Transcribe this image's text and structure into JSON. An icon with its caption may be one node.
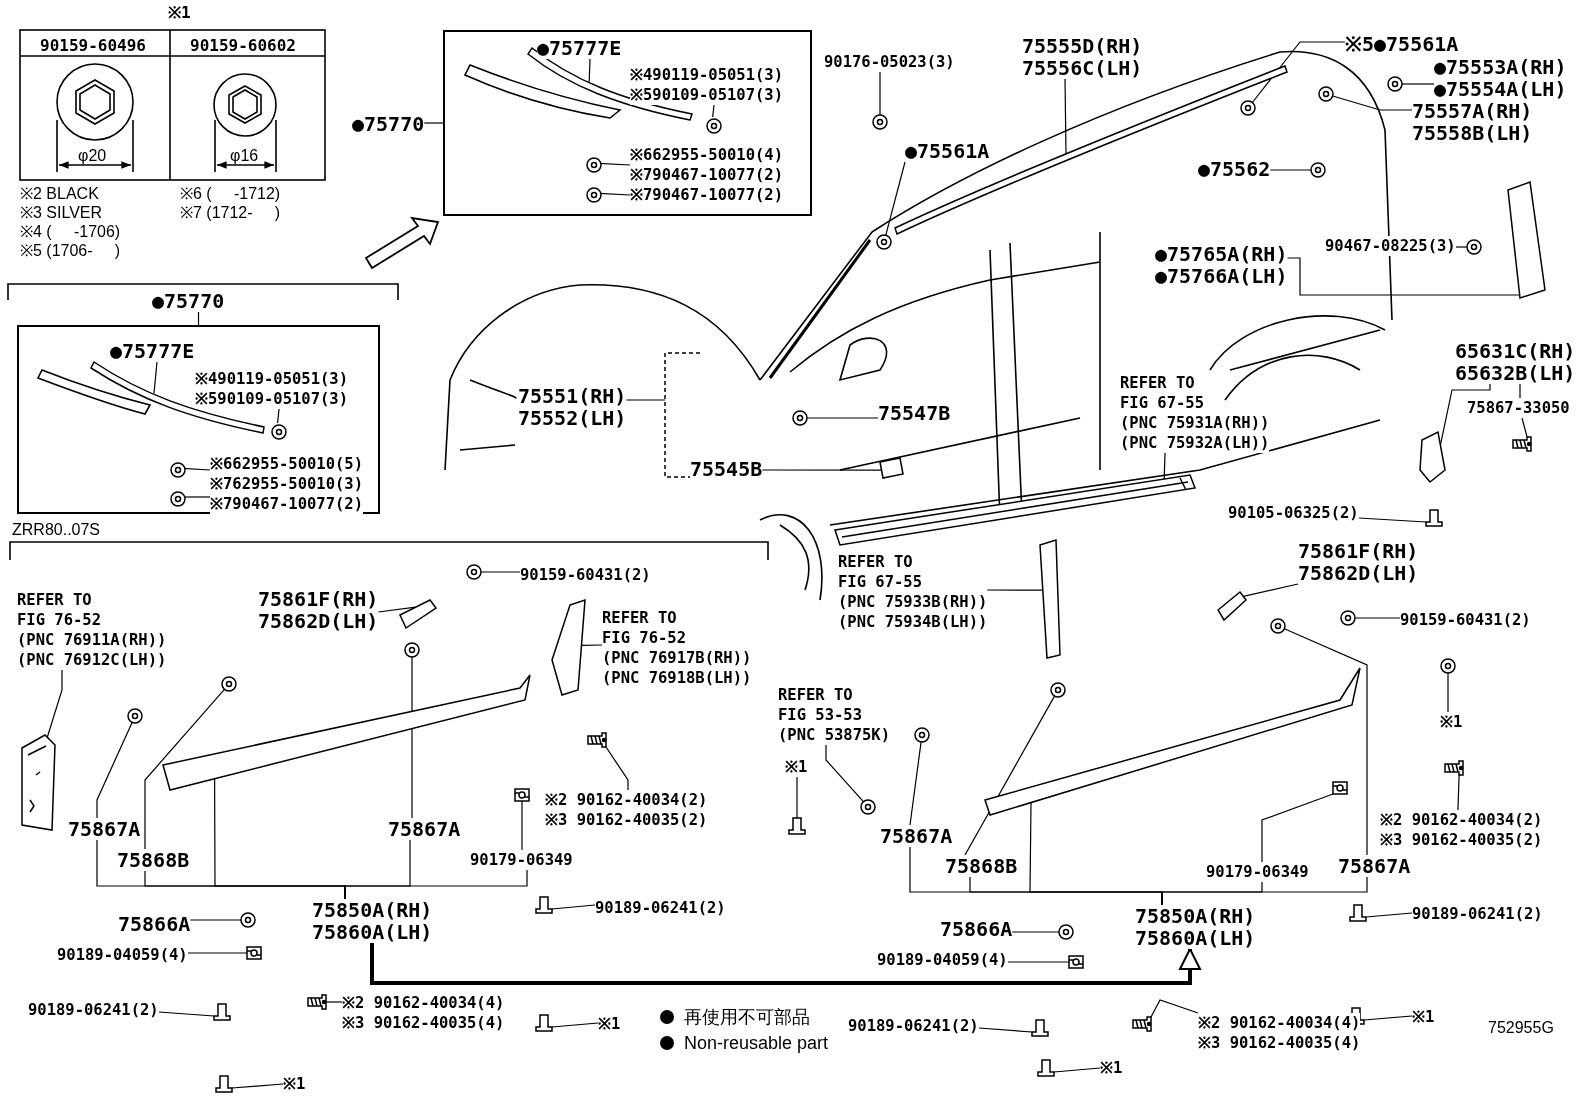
{
  "diagram": {
    "nodes": [
      {
        "text": [],
        "shape": "box"
      },
      {
        "text": [],
        "shape": "box"
      },
      {
        "text": [
          "●75777E"
        ],
        "in": 0
      },
      {
        "text": [
          "※490119-05051(3)",
          "※590109-05107(3)"
        ],
        "in": 0
      },
      {
        "text": [
          "※662955-50010(4)",
          "※790467-10077(2)"
        ],
        "in": 0
      },
      {
        "text": [
          "※790467-10077(2)"
        ],
        "in": 0
      },
      {
        "text": [
          "●75770"
        ]
      },
      {
        "text": [
          "90176-05023(3)"
        ]
      },
      {
        "text": [
          "75555D(RH)",
          "75556C(LH)"
        ]
      },
      {
        "text": [
          "※5●75561A"
        ]
      },
      {
        "text": [
          "●75553A(RH)",
          "●75554A(LH)"
        ]
      },
      {
        "text": [
          "75557A(RH)",
          "75558B(LH)"
        ]
      },
      {
        "text": [
          "●75561A"
        ]
      },
      {
        "text": [
          "●75562"
        ]
      },
      {
        "text": [
          "●75765A(RH)",
          "●75766A(LH)"
        ]
      },
      {
        "text": [
          "90467-08225(3)"
        ]
      },
      {
        "text": [
          "75551(RH)",
          "75552(LH)"
        ]
      },
      {
        "text": [
          "75547B"
        ]
      },
      {
        "text": [
          "75545B"
        ]
      },
      {
        "text": [
          "REFER TO FIG 67-55",
          "(PNC 75931A(RH))",
          "(PNC 75932A(LH))"
        ]
      },
      {
        "text": [
          "65631C(RH)",
          "65632B(LH)"
        ]
      },
      {
        "text": [
          "75867-33050"
        ]
      },
      {
        "text": [
          "90105-06325(2)"
        ]
      },
      {
        "text": [
          "REFER TO FIG 67-55",
          "(PNC 75933B(RH))",
          "(PNC 75934B(LH))"
        ]
      },
      {
        "text": [
          "●75777E"
        ],
        "in": 1
      },
      {
        "text": [
          "※490119-05051(3)",
          "※590109-05107(3)"
        ],
        "in": 1
      },
      {
        "text": [
          "※662955-50010(5)",
          "※762955-50010(3)",
          "※790467-10077(2)"
        ],
        "in": 1
      },
      {
        "text": [
          "●75770"
        ]
      },
      {
        "text": [
          "90159-60431(2)"
        ]
      },
      {
        "text": [
          "75861F(RH)",
          "75862D(LH)"
        ]
      },
      {
        "text": [
          "REFER TO FIG 76-52",
          "(PNC 76911A(RH))",
          "(PNC 76912C(LH))"
        ]
      },
      {
        "text": [
          "REFER TO FIG 76-52",
          "(PNC 76917B(RH))",
          "(PNC 76918B(LH))"
        ]
      },
      {
        "text": [
          "75867A"
        ]
      },
      {
        "text": [
          "75868B"
        ]
      },
      {
        "text": [
          "75867A"
        ]
      },
      {
        "text": [
          "※2 90162-40034(2)",
          "※3 90162-40035(2)"
        ]
      },
      {
        "text": [
          "90179-06349"
        ]
      },
      {
        "text": [
          "75850A(RH)",
          "75860A(LH)"
        ]
      },
      {
        "text": [
          "75866A"
        ]
      },
      {
        "text": [
          "90189-04059(4)"
        ]
      },
      {
        "text": [
          "※2 90162-40034(4)",
          "※3 90162-40035(4)"
        ]
      },
      {
        "text": [
          "90189-06241(2)"
        ]
      },
      {
        "text": [
          "90189-06241(2)"
        ]
      },
      {
        "text": [
          "※1"
        ]
      },
      {
        "text": [
          "※1"
        ]
      },
      {
        "text": [
          "75861F(RH)",
          "75862D(LH)"
        ]
      },
      {
        "text": [
          "90159-60431(2)"
        ]
      },
      {
        "text": [
          "REFER TO FIG 53-53",
          "(PNC 53875K)"
        ]
      },
      {
        "text": [
          "※1"
        ]
      },
      {
        "text": [
          "※1"
        ]
      },
      {
        "text": [
          "※2 90162-40034(2)",
          "※3 90162-40035(2)"
        ]
      },
      {
        "text": [
          "75867A"
        ]
      },
      {
        "text": [
          "75868B"
        ]
      },
      {
        "text": [
          "90179-06349"
        ]
      },
      {
        "text": [
          "75867A"
        ]
      },
      {
        "text": [
          "75850A(RH)",
          "75860A(LH)"
        ]
      },
      {
        "text": [
          "75866A"
        ]
      },
      {
        "text": [
          "90189-04059(4)"
        ]
      },
      {
        "text": [
          "90189-06241(2)"
        ]
      },
      {
        "text": [
          "90189-06241(2)"
        ]
      },
      {
        "text": [
          "※1"
        ]
      },
      {
        "text": [
          "※2 90162-40034(4)",
          "※3 90162-40035(4)"
        ]
      },
      {
        "text": [
          "※1"
        ]
      },
      {
        "text": [],
        "shape": "picture",
        "in": 0
      },
      {
        "text": [],
        "shape": "picture",
        "in": 0
      },
      {
        "text": [],
        "shape": "picture",
        "in": 0
      },
      {
        "text": [],
        "shape": "picture",
        "in": 0
      },
      {
        "text": [],
        "shape": "picture"
      },
      {
        "text": [],
        "shape": "picture"
      },
      {
        "text": [],
        "shape": "picture"
      },
      {
        "text": [],
        "shape": "picture"
      },
      {
        "text": [],
        "shape": "picture"
      },
      {
        "text": [],
        "shape": "picture"
      },
      {
        "text": [],
        "shape": "picture"
      },
      {
        "text": [],
        "shape": "picture"
      },
      {
        "text": [],
        "shape": "picture"
      },
      {
        "text": [],
        "shape": "picture"
      },
      {
        "text": [],
        "shape": "picture"
      },
      {
        "text": [],
        "shape": "picture"
      },
      {
        "text": [],
        "shape": "picture"
      },
      {
        "text": [],
        "shape": "picture"
      },
      {
        "text": [],
        "shape": "picture"
      },
      {
        "text": [],
        "shape": "picture"
      },
      {
        "text": [],
        "shape": "picture",
        "in": 1
      },
      {
        "text": [],
        "shape": "picture",
        "in": 1
      },
      {
        "text": [],
        "shape": "picture",
        "in": 1
      },
      {
        "text": [],
        "shape": "picture",
        "in": 1
      },
      {
        "text": [],
        "shape": "picture"
      },
      {
        "text": [],
        "shape": "picture"
      },
      {
        "text": [],
        "shape": "picture"
      },
      {
        "text": [],
        "shape": "picture"
      },
      {
        "text": [],
        "shape": "picture"
      },
      {
        "text": [],
        "shape": "picture"
      },
      {
        "text": [],
        "shape": "picture"
      },
      {
        "text": [],
        "shape": "picture"
      },
      {
        "text": [],
        "shape": "picture"
      },
      {
        "text": [],
        "shape": "picture"
      },
      {
        "text": [],
        "shape": "picture"
      },
      {
        "text": [],
        "shape": "picture"
      },
      {
        "text": [],
        "shape": "picture"
      },
      {
        "text": [],
        "shape": "picture"
      },
      {
        "text": [],
        "shape": "picture"
      },
      {
        "text": [],
        "shape": "picture"
      },
      {
        "text": [],
        "shape": "picture"
      },
      {
        "text": [],
        "shape": "picture"
      },
      {
        "text": [],
        "shape": "picture"
      },
      {
        "text": [],
        "shape": "picture"
      },
      {
        "text": [],
        "shape": "picture"
      },
      {
        "text": [],
        "shape": "picture"
      },
      {
        "text": [],
        "shape": "picture"
      },
      {
        "text": [],
        "shape": "picture"
      },
      {
        "text": [],
        "shape": "picture"
      },
      {
        "text": [],
        "shape": "picture"
      },
      {
        "text": [],
        "shape": "picture"
      },
      {
        "text": [],
        "shape": "picture"
      },
      {
        "text": [],
        "shape": "picture"
      },
      {
        "text": [],
        "shape": "picture"
      },
      {
        "text": [],
        "shape": "picture"
      },
      {
        "text": [],
        "shape": "picture"
      },
      {
        "text": [],
        "shape": "picture"
      },
      {
        "text": [],
        "shape": "picture"
      },
      {
        "text": [],
        "shape": "picture"
      },
      {
        "text": [],
        "shape": "picture"
      }
    ],
    "edges": [
      {
        "from": 2,
        "to": 63,
        "arrow": "none"
      },
      {
        "from": 3,
        "to": 64,
        "arrow": "none"
      },
      {
        "from": 4,
        "to": 65,
        "arrow": "none"
      },
      {
        "from": 5,
        "to": 66,
        "arrow": "none"
      },
      {
        "from": 6,
        "to": 0,
        "arrow": "none"
      },
      {
        "from": 7,
        "to": 67,
        "arrow": "none"
      },
      {
        "from": 8,
        "to": 68,
        "arrow": "none"
      },
      {
        "from": 9,
        "to": 69,
        "arrow": "none"
      },
      {
        "from": 10,
        "to": 70,
        "arrow": "none"
      },
      {
        "from": 11,
        "to": 71,
        "arrow": "none"
      },
      {
        "from": 12,
        "to": 72,
        "arrow": "none"
      },
      {
        "from": 13,
        "to": 73,
        "arrow": "none"
      },
      {
        "from": 14,
        "to": 74,
        "arrow": "none"
      },
      {
        "from": 15,
        "to": 75,
        "arrow": "none"
      },
      {
        "from": 16,
        "to": 122,
        "arrow": "none"
      },
      {
        "from": 17,
        "to": 76,
        "arrow": "none"
      },
      {
        "from": 18,
        "to": 77,
        "arrow": "none"
      },
      {
        "from": 19,
        "to": 78,
        "arrow": "none"
      },
      {
        "from": 20,
        "to": 79,
        "arrow": "none"
      },
      {
        "from": 20,
        "to": 21,
        "arrow": "none"
      },
      {
        "from": 21,
        "to": 80,
        "arrow": "none"
      },
      {
        "from": 22,
        "to": 81,
        "arrow": "none"
      },
      {
        "from": 23,
        "to": 82,
        "arrow": "none"
      },
      {
        "from": 27,
        "to": 1,
        "arrow": "none"
      },
      {
        "from": 24,
        "to": 83,
        "arrow": "none"
      },
      {
        "from": 25,
        "to": 84,
        "arrow": "none"
      },
      {
        "from": 26,
        "to": 85,
        "arrow": "none"
      },
      {
        "from": 26,
        "to": 86,
        "arrow": "none"
      },
      {
        "from": 28,
        "to": 87,
        "arrow": "none"
      },
      {
        "from": 29,
        "to": 88,
        "arrow": "none"
      },
      {
        "from": 30,
        "to": 89,
        "arrow": "none"
      },
      {
        "from": 31,
        "to": 90,
        "arrow": "none"
      },
      {
        "from": 32,
        "to": 91,
        "arrow": "none"
      },
      {
        "from": 33,
        "to": 92,
        "arrow": "none"
      },
      {
        "from": 34,
        "to": 93,
        "arrow": "none"
      },
      {
        "from": 35,
        "to": 94,
        "arrow": "none"
      },
      {
        "from": 36,
        "to": 95,
        "arrow": "none"
      },
      {
        "from": 37,
        "to": 32,
        "arrow": "none"
      },
      {
        "from": 37,
        "to": 33,
        "arrow": "none"
      },
      {
        "from": 37,
        "to": 34,
        "arrow": "none"
      },
      {
        "from": 37,
        "to": 36,
        "arrow": "none"
      },
      {
        "from": 37,
        "to": 96,
        "arrow": "none"
      },
      {
        "from": 38,
        "to": 97,
        "arrow": "none"
      },
      {
        "from": 39,
        "to": 98,
        "arrow": "none"
      },
      {
        "from": 40,
        "to": 99,
        "arrow": "none"
      },
      {
        "from": 41,
        "to": 100,
        "arrow": "none"
      },
      {
        "from": 42,
        "to": 101,
        "arrow": "none"
      },
      {
        "from": 43,
        "to": 102,
        "arrow": "none"
      },
      {
        "from": 44,
        "to": 103,
        "arrow": "none"
      },
      {
        "from": 45,
        "to": 104,
        "arrow": "none"
      },
      {
        "from": 46,
        "to": 105,
        "arrow": "none"
      },
      {
        "from": 47,
        "to": 106,
        "arrow": "none"
      },
      {
        "from": 48,
        "to": 107,
        "arrow": "none"
      },
      {
        "from": 49,
        "to": 108,
        "arrow": "none"
      },
      {
        "from": 50,
        "to": 109,
        "arrow": "none"
      },
      {
        "from": 51,
        "to": 110,
        "arrow": "none"
      },
      {
        "from": 52,
        "to": 111,
        "arrow": "none"
      },
      {
        "from": 53,
        "to": 112,
        "arrow": "none"
      },
      {
        "from": 54,
        "to": 113,
        "arrow": "none"
      },
      {
        "from": 55,
        "to": 51,
        "arrow": "none"
      },
      {
        "from": 55,
        "to": 52,
        "arrow": "none"
      },
      {
        "from": 55,
        "to": 53,
        "arrow": "none"
      },
      {
        "from": 55,
        "to": 54,
        "arrow": "none"
      },
      {
        "from": 55,
        "to": 114,
        "arrow": "none"
      },
      {
        "from": 56,
        "to": 115,
        "arrow": "none"
      },
      {
        "from": 57,
        "to": 116,
        "arrow": "none"
      },
      {
        "from": 58,
        "to": 117,
        "arrow": "none"
      },
      {
        "from": 59,
        "to": 118,
        "arrow": "none"
      },
      {
        "from": 60,
        "to": 119,
        "arrow": "none"
      },
      {
        "from": 61,
        "to": 120,
        "arrow": "none"
      },
      {
        "from": 62,
        "to": 121,
        "arrow": "none"
      },
      {
        "from": 37,
        "to": 55,
        "arrow": "to",
        "style": "thick"
      }
    ],
    "labels": [
      "※1",
      "90159-60496",
      "90159-60602",
      "φ20",
      "φ16",
      "※2 BLACK",
      "※3 SILVER",
      "※4 (     -1706)",
      "※5 (1706-     )",
      "※6 (     -1712)",
      "※7 (1712-     )",
      "ZRR80..07S",
      "752955G"
    ],
    "legend": [
      {
        "text": "再使用不可部品"
      },
      {
        "text": "Non-reusable part"
      }
    ]
  }
}
